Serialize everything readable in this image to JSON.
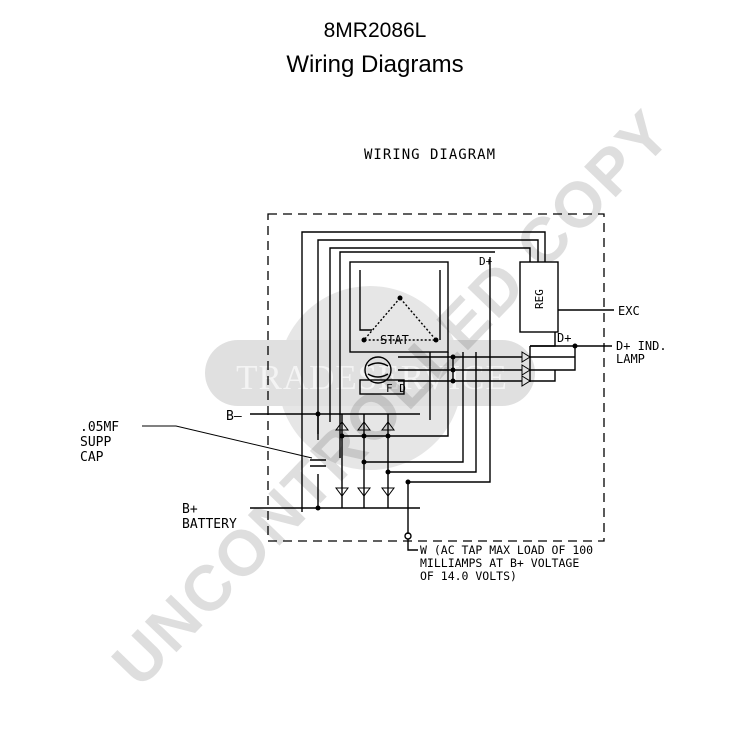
{
  "header": {
    "model": "8MR2086L",
    "subtitle": "Wiring Diagrams"
  },
  "diagram": {
    "heading": "WIRING DIAGRAM",
    "reg": "REG",
    "exc": "EXC",
    "d_plus": "D+",
    "d_plus_top": "D+",
    "d_plus_ind_line1": "D+ IND.",
    "d_plus_ind_line2": "LAMP",
    "stator": "STAT",
    "field": "F D",
    "b_minus": "B–",
    "cap_line1": ".05MF",
    "cap_line2": "SUPP",
    "cap_line3": "CAP",
    "b_plus_line1": "B+",
    "b_plus_line2": "BATTERY",
    "w_line1": "W (AC TAP MAX LOAD OF 100",
    "w_line2": "MILLIAMPS AT B+ VOLTAGE",
    "w_line3": "OF 14.0 VOLTS)"
  },
  "watermark": {
    "brand": "TRADESERVICE",
    "stamp": "UNCONTROLLED COPY"
  },
  "colors": {
    "line": "#000000",
    "watermark": "#d9d9d9"
  }
}
